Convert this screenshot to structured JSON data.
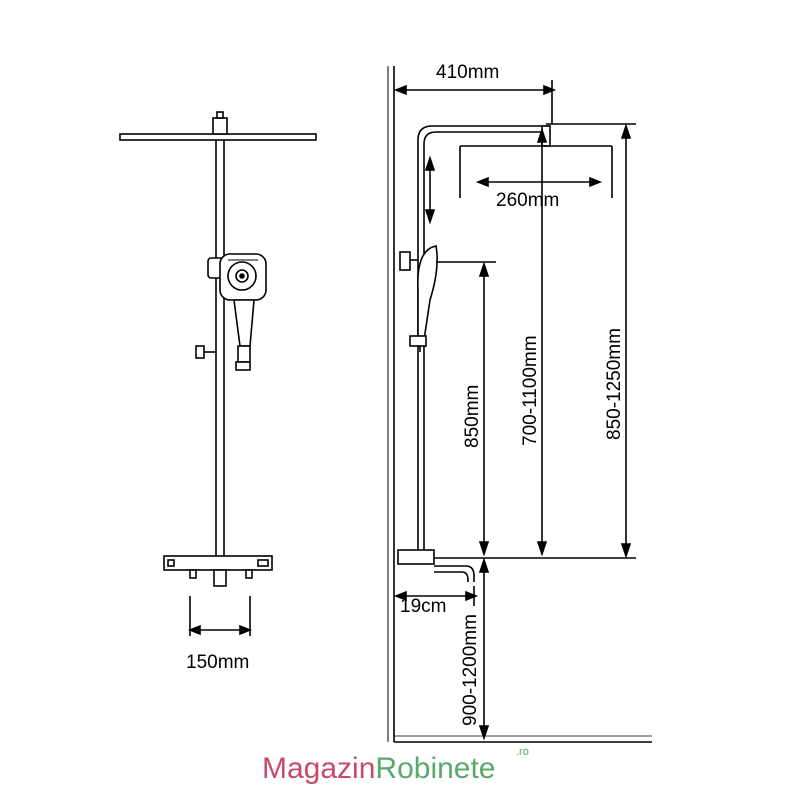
{
  "dimensions": {
    "width_150": "150mm",
    "arm_410": "410mm",
    "head_260": "260mm",
    "height_850": "850mm",
    "height_700_1100": "700-1100mm",
    "height_850_1250": "850-1250mm",
    "spout_19": "19cm",
    "mount_900_1200": "900-1200mm"
  },
  "logo": {
    "part1": "Magazin",
    "part2": "Robinete",
    "suffix": ".ro"
  },
  "colors": {
    "line": "#000000",
    "logo_pink": "#c84a6a",
    "logo_green": "#5aa86a"
  }
}
